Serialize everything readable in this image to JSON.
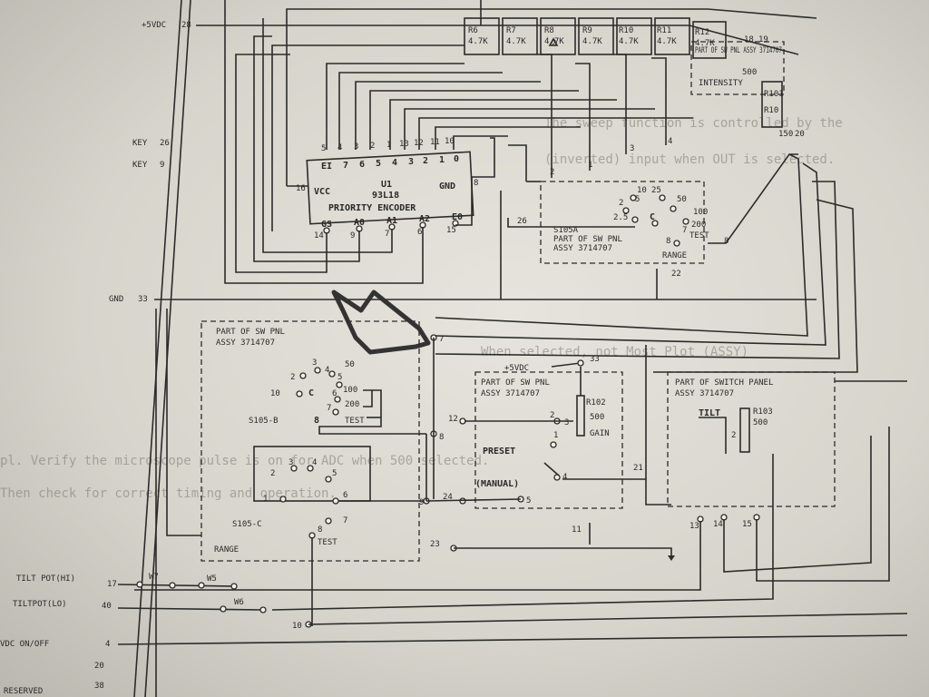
{
  "connector_pins": {
    "vdc5": {
      "label": "+5VDC",
      "pin": "28"
    },
    "key26": {
      "label": "KEY",
      "pin": "26"
    },
    "key9": {
      "label": "KEY",
      "pin": "9"
    },
    "gnd": {
      "label": "GND",
      "pin": "33"
    },
    "tilt_hi": {
      "label": "TILT POT(HI)",
      "pin": "17"
    },
    "tilt_lo": {
      "label": "TILTPOT(LO)",
      "pin": "40"
    },
    "vdc_onoff": {
      "label": "VDC ON/OFF",
      "pin": "4"
    },
    "reserved": {
      "label": "RESERVED",
      "pins": [
        "20",
        "38"
      ]
    }
  },
  "encoder": {
    "ref": "U1",
    "part": "93L18",
    "name": "PRIORITY ENCODER",
    "vcc": "VCC",
    "gnd": "GND",
    "top_pins": [
      "5",
      "4",
      "3",
      "2",
      "1",
      "13",
      "12",
      "11",
      "10"
    ],
    "inputs": [
      "EI",
      "7",
      "6",
      "5",
      "4",
      "3",
      "2",
      "1",
      "0"
    ],
    "vcc_pin": "16",
    "gnd_pin": "8",
    "outputs": [
      "GS",
      "A0",
      "A1",
      "A2",
      "E0"
    ],
    "output_pins": [
      "14",
      "9",
      "7",
      "6",
      "15"
    ]
  },
  "resistors": [
    {
      "ref": "R6",
      "value": "4.7K"
    },
    {
      "ref": "R7",
      "value": "4.7K"
    },
    {
      "ref": "R8",
      "value": "4.7K"
    },
    {
      "ref": "R9",
      "value": "4.7K"
    },
    {
      "ref": "R10",
      "value": "4.7K"
    },
    {
      "ref": "R11",
      "value": "4.7K"
    },
    {
      "ref": "R12",
      "value": "4.7K"
    }
  ],
  "note_flag": "2",
  "panel_top_right": {
    "title": "PART OF SW PNL ASSY 3714707",
    "label": "INTENSITY",
    "value": "500",
    "r_labels": [
      "R101",
      "R10"
    ],
    "pins": [
      "18",
      "19",
      "150",
      "20"
    ]
  },
  "s105a": {
    "ref": "S105A",
    "title": [
      "PART OF SW PNL",
      "ASSY 3714707"
    ],
    "label": "RANGE",
    "positions": [
      "10",
      "25",
      "5",
      "50",
      "2",
      "100",
      "2.5",
      "200",
      "TEST",
      "C",
      "8",
      "7"
    ],
    "ext_pins": [
      "26",
      "22"
    ],
    "line_pins": [
      "2",
      "1",
      "3",
      "4"
    ]
  },
  "panel_s105": {
    "title": [
      "PART OF SW PNL",
      "ASSY 3714707"
    ],
    "label": "RANGE",
    "s105b": {
      "ref": "S105-B",
      "positions": [
        "3",
        "4",
        "50",
        "2",
        "5",
        "10",
        "C",
        "100",
        "200",
        "TEST",
        "6",
        "7",
        "8"
      ]
    },
    "s105c": {
      "ref": "S105-C",
      "positions": [
        "3",
        "4",
        "2",
        "5",
        "1",
        "6",
        "7",
        "8",
        "TEST"
      ]
    },
    "pin_8": "8"
  },
  "gain_panel": {
    "title": [
      "PART OF SW PNL",
      "ASSY 3714707"
    ],
    "supply": "+5VDC",
    "supply_pin": "33",
    "ref": "R102",
    "value": "500",
    "label": "GAIN",
    "preset": "PRESET",
    "manual": "(MANUAL)",
    "pins": [
      "12",
      "2",
      "1",
      "3",
      "4",
      "21",
      "11"
    ]
  },
  "tilt_panel": {
    "title": [
      "PART OF SWITCH PANEL",
      "ASSY 3714707"
    ],
    "label": "TILT",
    "ref": "R103",
    "value": "500",
    "wiper": "2",
    "pins": [
      "13",
      "14",
      "15"
    ]
  },
  "wires": [
    "W7",
    "W5",
    "W6"
  ],
  "misc_pins": [
    "9",
    "24",
    "5",
    "23",
    "10",
    "7",
    "8"
  ],
  "ghost_text": [
    "The sweep function is controlled by the",
    "(inverted) input when OUT is selected.",
    "When selected, not Most Plot (ASSY)",
    "pl. Verify the microscope pulse is on for ADC when 500 selected.",
    "Then check for correct timing and operation."
  ]
}
